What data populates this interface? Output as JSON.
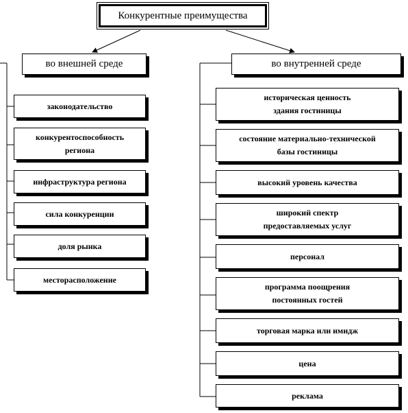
{
  "diagram": {
    "title": "Конкурентные преимущества",
    "external": {
      "label": "во внешней среде",
      "items": [
        "законодательство",
        "конкурентоспособность\nрегиона",
        "инфраструктура  региона",
        "сила конкуренции",
        "доля рынка",
        "месторасположение"
      ]
    },
    "internal": {
      "label": "во внутренней среде",
      "items": [
        "историческая ценность\nздания гостиницы",
        "состояние материально-технической\nбазы гостиницы",
        "высокий уровень качества",
        "широкий спектр\nпредоставляемых услуг",
        "персонал",
        "программа поощрения\nпостоянных гостей",
        "торговая марка или имидж",
        "цена",
        "реклама"
      ]
    }
  }
}
